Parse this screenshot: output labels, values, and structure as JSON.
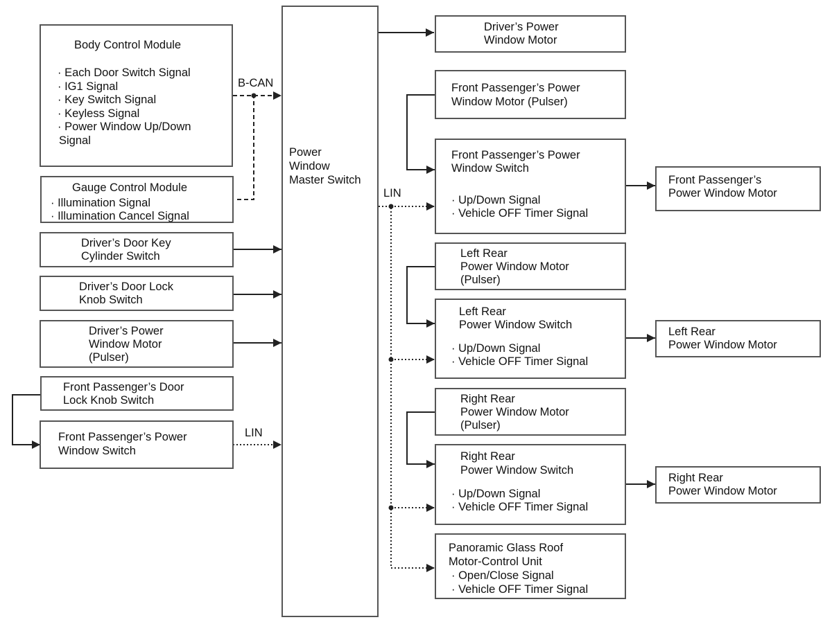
{
  "master_switch": {
    "lines": [
      "Power",
      "Window",
      "Master Switch"
    ]
  },
  "bus_labels": {
    "b_can": "B-CAN",
    "lin_right": "LIN",
    "lin_left": "LIN"
  },
  "inputs": {
    "bcm": {
      "title": "Body Control Module",
      "signals": [
        "· Each Door Switch Signal",
        "· IG1 Signal",
        "· Key Switch Signal",
        "· Keyless Signal",
        "· Power Window Up/Down",
        "Signal"
      ]
    },
    "gcm": {
      "title": "Gauge Control Module",
      "signals": [
        "· Illumination Signal",
        "· Illumination Cancel Signal"
      ]
    },
    "key_cyl": {
      "lines": [
        "Driver’s Door Key",
        "Cylinder Switch"
      ]
    },
    "lock_knob": {
      "lines": [
        "Driver’s Door Lock",
        "Knob Switch"
      ]
    },
    "drv_motor_pulser": {
      "lines": [
        "Driver’s Power",
        "Window Motor",
        "(Pulser)"
      ]
    },
    "fp_lock_knob": {
      "lines": [
        "Front Passenger’s Door",
        "Lock Knob Switch"
      ]
    },
    "fp_switch_left": {
      "lines": [
        "Front Passenger’s Power",
        "Window Switch"
      ]
    }
  },
  "outputs": {
    "drv_motor": {
      "lines": [
        "Driver’s Power",
        "Window Motor"
      ]
    },
    "fp_pulser": {
      "lines": [
        "Front Passenger’s Power",
        "Window Motor (Pulser)"
      ]
    },
    "fp_switch": {
      "lines": [
        "Front Passenger’s Power",
        "Window Switch"
      ],
      "signals": [
        "· Up/Down Signal",
        "· Vehicle OFF Timer Signal"
      ]
    },
    "fp_motor": {
      "lines": [
        "Front Passenger’s",
        "Power Window Motor"
      ]
    },
    "lr_pulser": {
      "lines": [
        "Left Rear",
        "Power Window Motor",
        "(Pulser)"
      ]
    },
    "lr_switch": {
      "lines": [
        "Left Rear",
        "Power Window Switch"
      ],
      "signals": [
        "· Up/Down Signal",
        "· Vehicle OFF Timer Signal"
      ]
    },
    "lr_motor": {
      "lines": [
        "Left Rear",
        "Power Window Motor"
      ]
    },
    "rr_pulser": {
      "lines": [
        "Right Rear",
        "Power Window Motor",
        "(Pulser)"
      ]
    },
    "rr_switch": {
      "lines": [
        "Right Rear",
        "Power Window Switch"
      ],
      "signals": [
        "· Up/Down Signal",
        "· Vehicle OFF Timer Signal"
      ]
    },
    "rr_motor": {
      "lines": [
        "Right Rear",
        "Power Window Motor"
      ]
    },
    "roof": {
      "lines": [
        "Panoramic Glass Roof",
        "Motor-Control Unit",
        "· Open/Close Signal",
        "· Vehicle OFF Timer Signal"
      ]
    }
  }
}
